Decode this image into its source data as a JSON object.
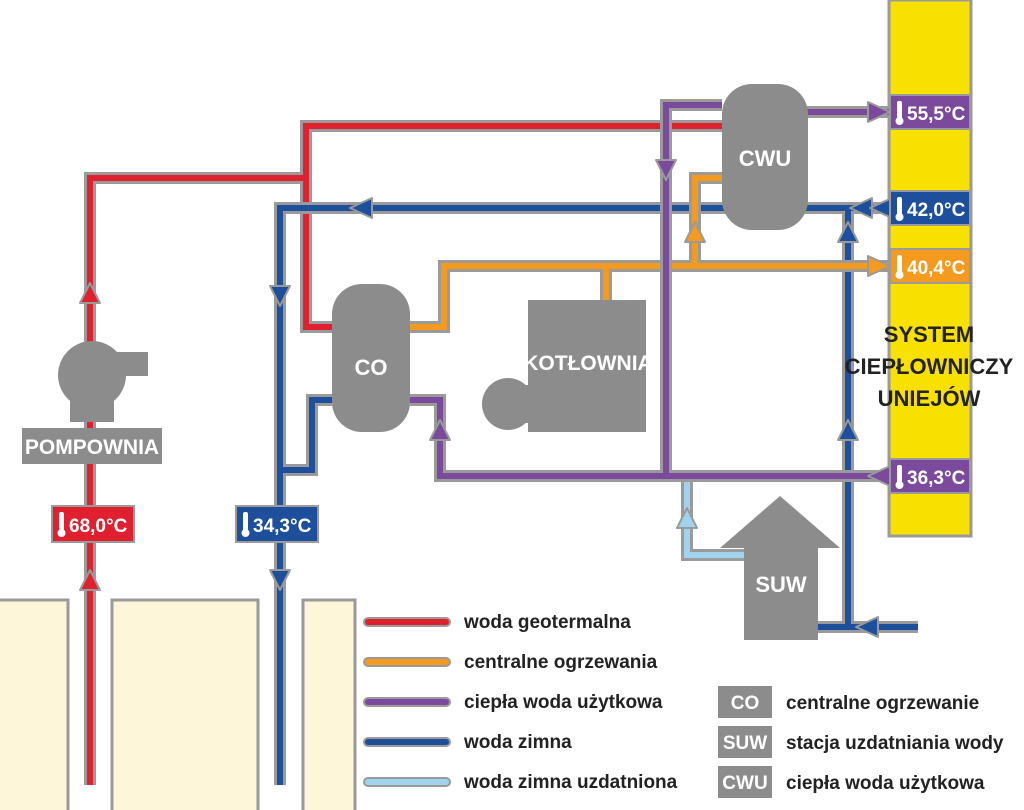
{
  "colors": {
    "geothermal": "#e0202f",
    "central_heating": "#f39a1f",
    "hot_water": "#7c4a9c",
    "cold_water": "#1d4f9c",
    "treated_water": "#9fd3ee",
    "equipment": "#8c8c8c",
    "system_band": "#f8e000",
    "ground": "#fdf6d8"
  },
  "equipment": {
    "co": "CO",
    "cwu": "CWU",
    "kotlownia": "KOTŁOWNIA",
    "pompownia": "POMPOWNIA",
    "suw": "SUW"
  },
  "system": {
    "line1": "SYSTEM",
    "line2": "CIEPŁOWNICZY",
    "line3": "UNIEJÓW"
  },
  "temperatures": {
    "cwu_out": "55,5°C",
    "cold_in": "42,0°C",
    "co_out": "40,4°C",
    "return": "36,3°C",
    "geothermal_up": "68,0°C",
    "geothermal_down": "34,3°C"
  },
  "legend": {
    "lines": [
      {
        "label": "woda geotermalna",
        "icon": "geothermal"
      },
      {
        "label": "centralne ogrzewania",
        "icon": "central_heating"
      },
      {
        "label": "ciepła woda użytkowa",
        "icon": "hot_water"
      },
      {
        "label": "woda zimna",
        "icon": "cold_water"
      },
      {
        "label": "woda zimna uzdatniona",
        "icon": "treated_water"
      }
    ],
    "abbreviations": [
      {
        "code": "CO",
        "label": "centralne ogrzewanie"
      },
      {
        "code": "SUW",
        "label": "stacja uzdatniania wody"
      },
      {
        "code": "CWU",
        "label": "ciepła woda użytkowa"
      }
    ]
  }
}
